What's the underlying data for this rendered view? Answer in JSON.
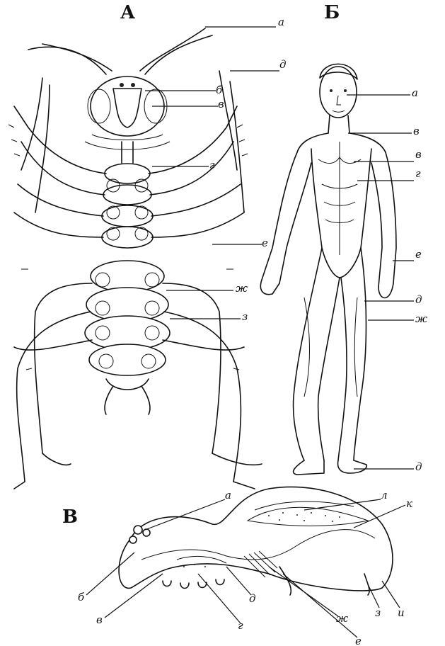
{
  "panels": {
    "A": {
      "title": "А",
      "labels": [
        "а",
        "б",
        "в",
        "д",
        "г",
        "е",
        "ж",
        "з"
      ]
    },
    "B": {
      "title": "Б",
      "labels": [
        "а",
        "в",
        "в",
        "г",
        "е",
        "д",
        "ж",
        "д"
      ]
    },
    "V": {
      "title": "В",
      "labels": [
        "а",
        "л",
        "к",
        "б",
        "в",
        "г",
        "д",
        "е",
        "ж",
        "з",
        "и"
      ]
    }
  }
}
